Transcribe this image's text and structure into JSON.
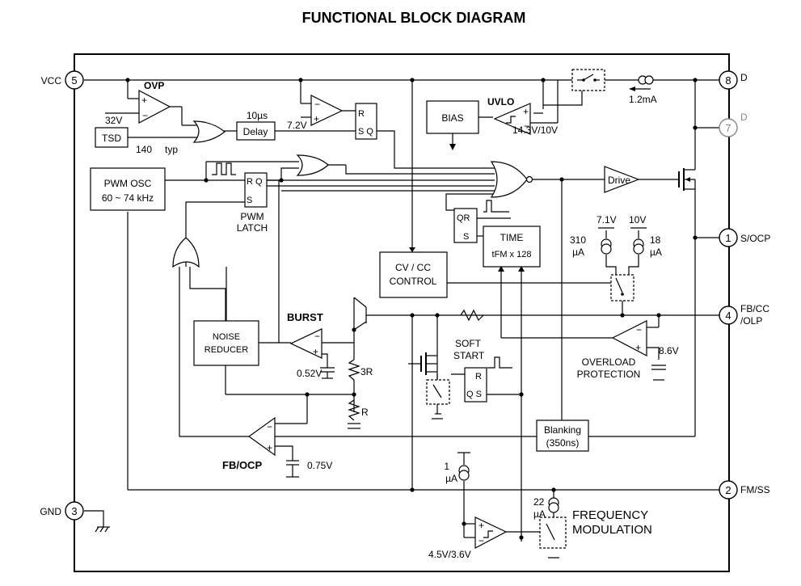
{
  "title": "FUNCTIONAL BLOCK DIAGRAM",
  "pins": [
    {
      "number": "5",
      "label": "VCC"
    },
    {
      "number": "8",
      "label": "D"
    },
    {
      "number": "7",
      "label": "D"
    },
    {
      "number": "1",
      "label": "S/OCP"
    },
    {
      "number": "4",
      "label": "FB/CC",
      "label2": "/OLP"
    },
    {
      "number": "2",
      "label": "FM/SS"
    },
    {
      "number": "3",
      "label": "GND"
    }
  ],
  "blocks": {
    "ovp": "OVP",
    "ovp_ref": "32V",
    "tsd": "TSD",
    "tsd_temp": "140",
    "tsd_typ": "typ",
    "delay_time": "10µs",
    "delay": "Delay",
    "ref_7v2": "7.2V",
    "sr_r": "R",
    "sr_sq": "S Q",
    "bias": "BIAS",
    "uvlo": "UVLO",
    "uvlo_ref": "14.3V/10V",
    "startup_current": "1.2mA",
    "pwm_osc_line1": "PWM OSC",
    "pwm_osc_line2": "60 ~ 74 kHz",
    "latch_rq": "R Q",
    "latch_s": "S",
    "pwm_latch_line1": "PWM",
    "pwm_latch_line2": "LATCH",
    "drive": "Drive",
    "qr_q": "QR",
    "qr_s": "S",
    "time_line1": "TIME",
    "time_line2": "tFM x 128",
    "cvcc_line1": "CV / CC",
    "cvcc_line2": "CONTROL",
    "ref_7v1": "7.1V",
    "ref_10v": "10V",
    "i_310": "310",
    "i_310_unit": "µA",
    "i_18": "18",
    "i_18_unit": "µA",
    "burst": "BURST",
    "noise_line1": "NOISE",
    "noise_line2": "REDUCER",
    "ref_052": "0.52V",
    "res_3r": "3R",
    "res_r": "R",
    "soft_start_line1": "SOFT",
    "soft_start_line2": "START",
    "ss_r": "R",
    "ss_qs": "Q S",
    "olp_line1": "OVERLOAD",
    "olp_line2": "PROTECTION",
    "ref_86": "8.6V",
    "blank_line1": "Blanking",
    "blank_line2": "(350ns)",
    "fbocp": "FB/OCP",
    "ref_075": "0.75V",
    "i_1": "1",
    "i_1_unit": "µA",
    "i_22": "22",
    "i_22_unit": "µA",
    "fm_line1": "FREQUENCY",
    "fm_line2": "MODULATION",
    "ref_45": "4.5V/3.6V"
  }
}
